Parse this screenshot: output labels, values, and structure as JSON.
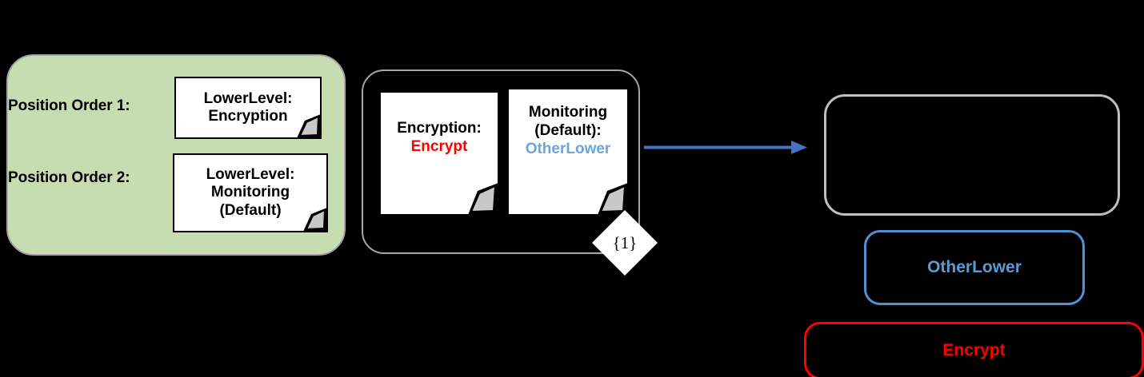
{
  "diagram": {
    "background_color": "#000000",
    "left_panel": {
      "fill_color": "#c6ddb2",
      "rows": [
        {
          "label": "Position Order 1:",
          "note_line_1": "LowerLevel:",
          "note_line_2": "Encryption"
        },
        {
          "label": "Position Order 2:",
          "note_line_1": "LowerLevel:",
          "note_line_2": "Monitoring",
          "note_line_3": "(Default)"
        }
      ]
    },
    "middle_container": {
      "border_color": "#a6a6a6",
      "multiplicity": "{1}",
      "documents": [
        {
          "title": "Encryption:",
          "value": "Encrypt",
          "value_color": "#fe0000"
        },
        {
          "title_line_1": "Monitoring",
          "title_line_2": "(Default):",
          "value": "OtherLower",
          "value_color": "#6ba5dd"
        }
      ]
    },
    "arrow": {
      "color": "#4472c4",
      "direction": "right"
    },
    "right_stack": [
      {
        "label": "",
        "border_color": "#bfbfbf"
      },
      {
        "label": "OtherLower",
        "border_color": "#4d93d4",
        "text_color": "#5b9bd5"
      },
      {
        "label": "Encrypt",
        "border_color": "#fe0000",
        "text_color": "#fe0000"
      }
    ]
  }
}
